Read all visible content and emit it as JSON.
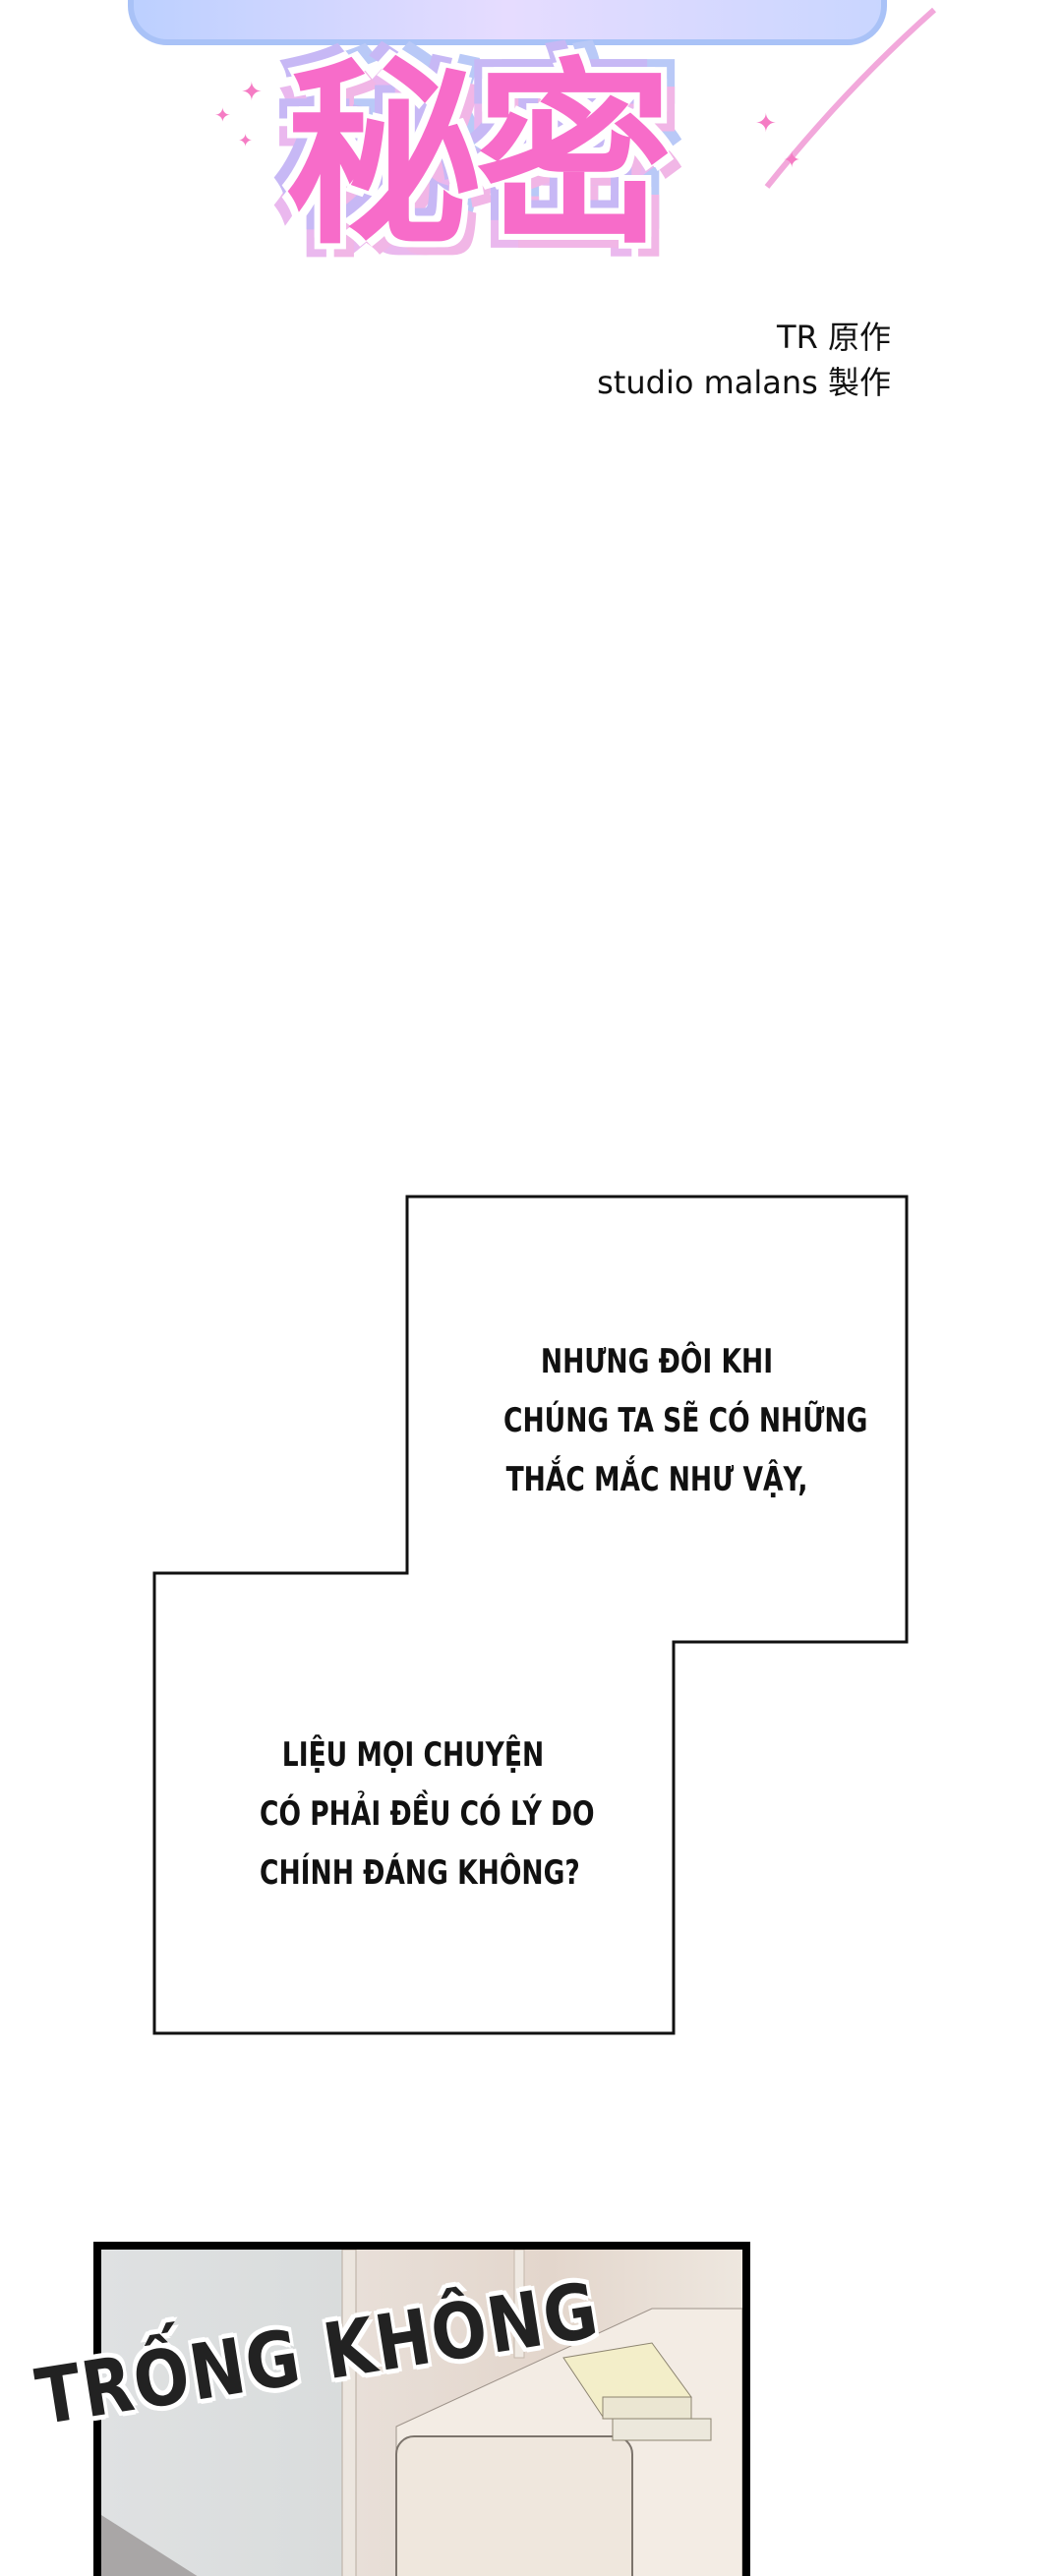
{
  "logo": {
    "title": "秘密"
  },
  "credits": {
    "original": "TR 原作",
    "production": "studio malans 製作"
  },
  "captions": {
    "first": [
      "NHƯNG ĐÔI KHI",
      "CHÚNG TA SẼ CÓ NHỮNG",
      "THẮC MẮC NHƯ VẬY,"
    ],
    "second": [
      "LIỆU MỌI CHUYỆN",
      "CÓ PHẢI ĐỀU CÓ LÝ DO",
      "CHÍNH ĐÁNG KHÔNG?"
    ]
  },
  "panel": {
    "sfx": "TRỐNG KHÔNG"
  },
  "colors": {
    "logo_pink": "#f76cc9",
    "logo_blue": "#a9c2f7",
    "border": "#000000"
  }
}
